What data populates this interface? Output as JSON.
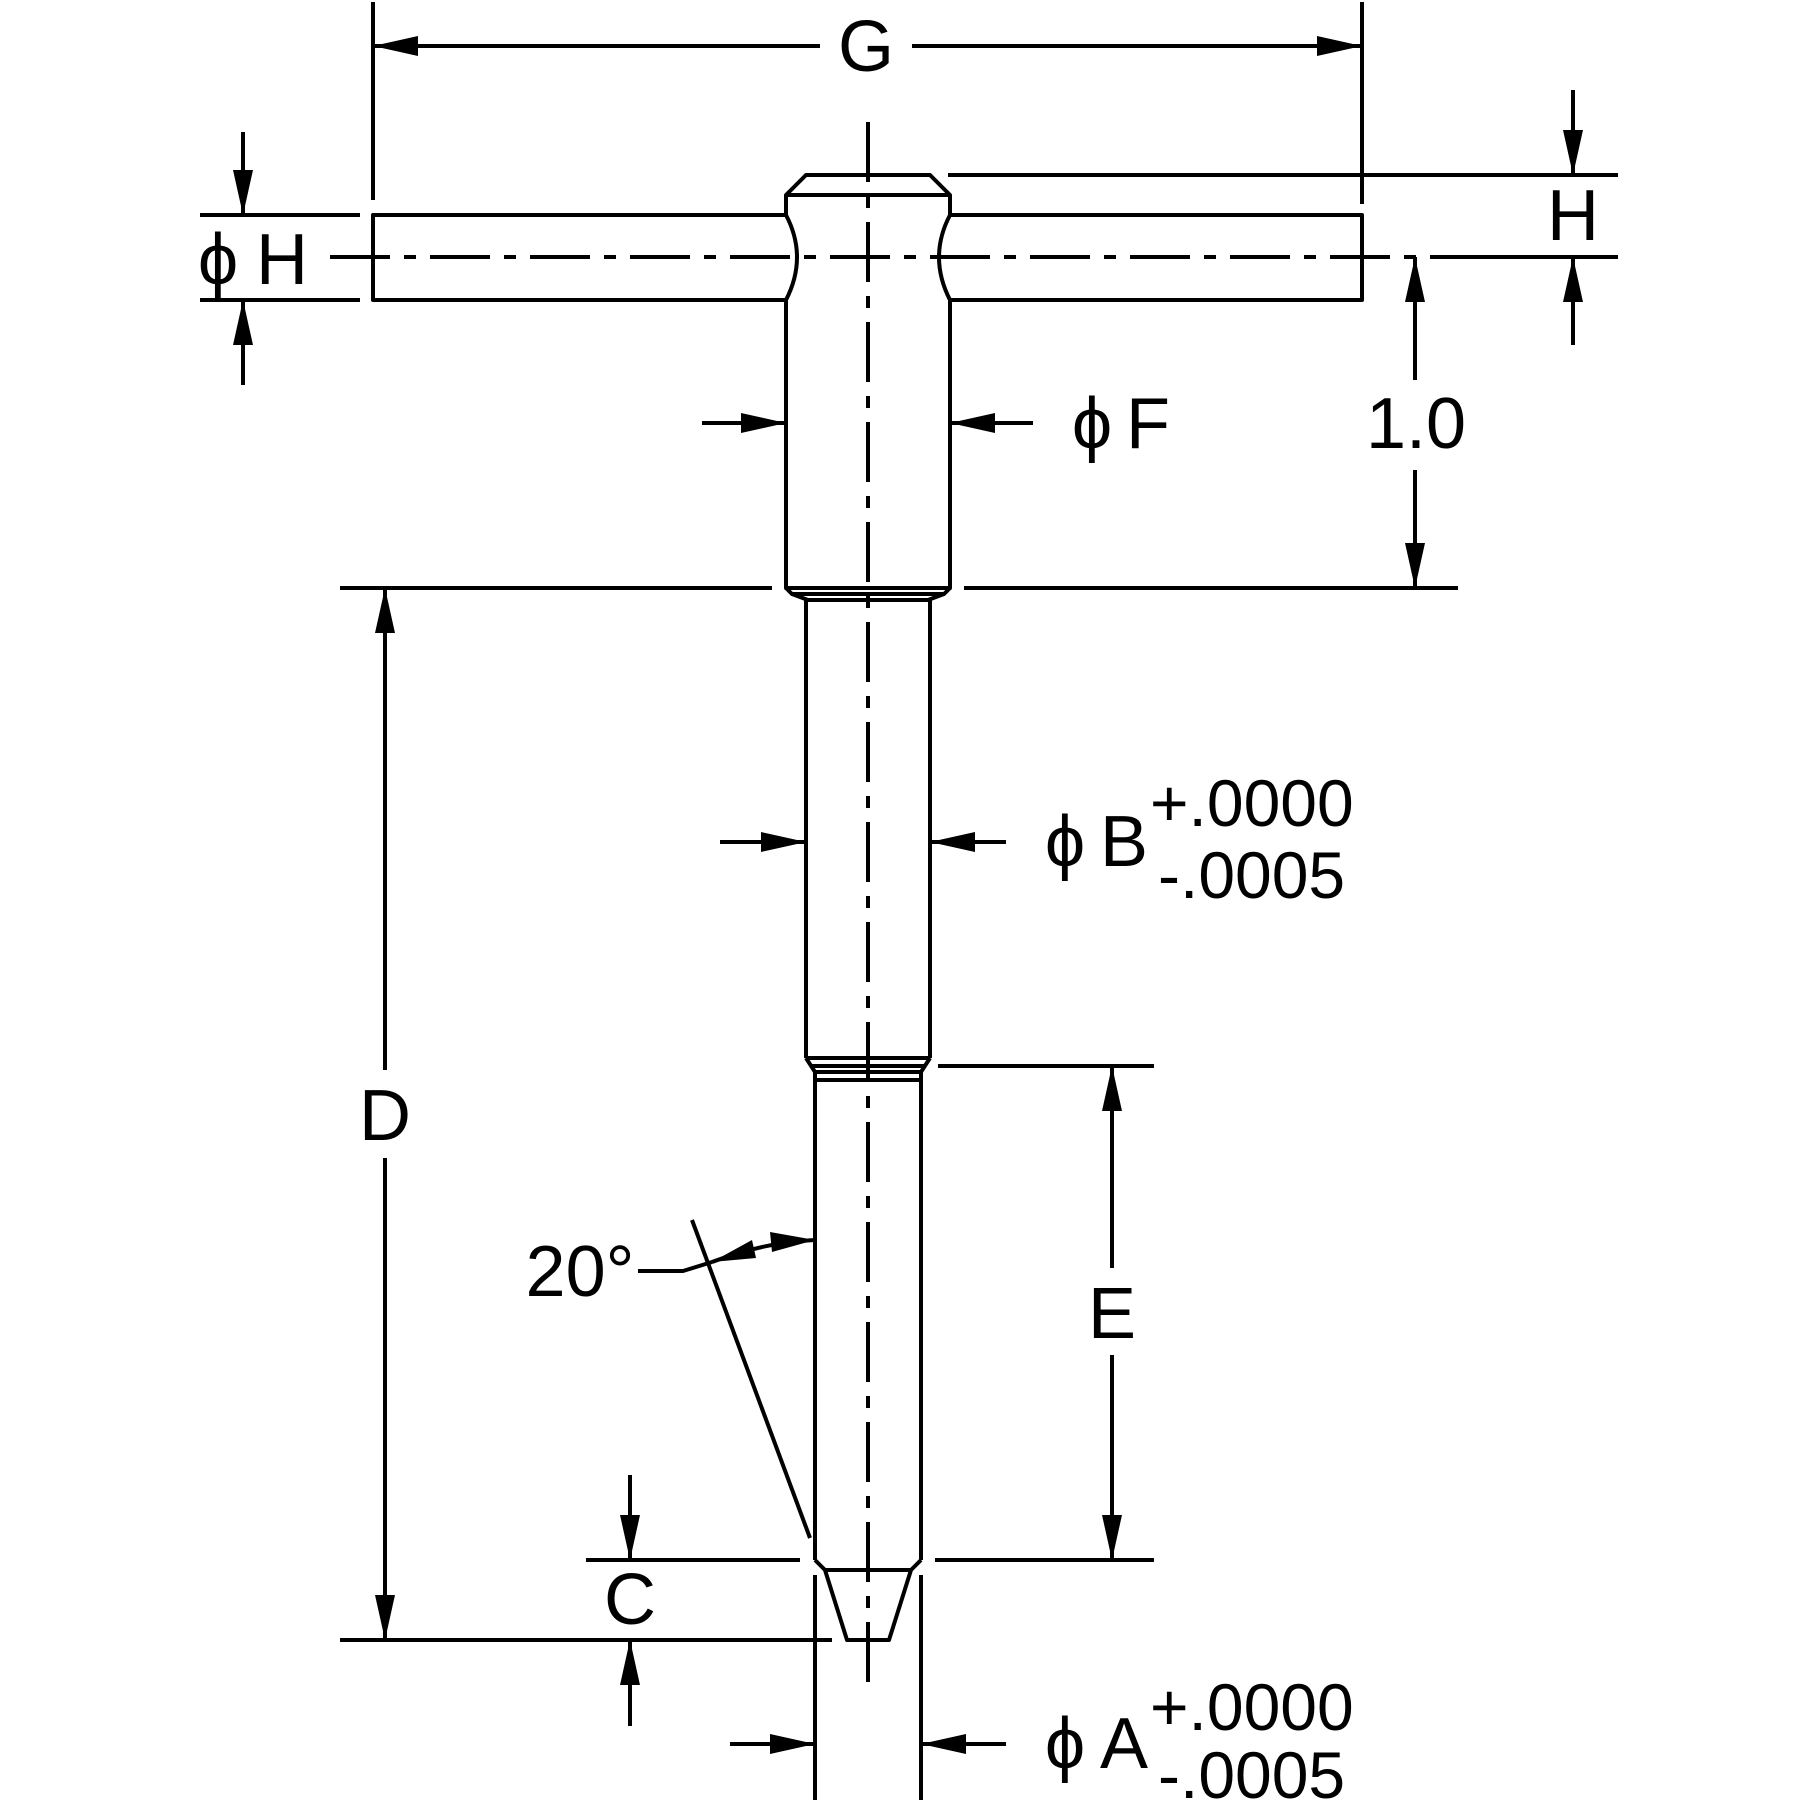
{
  "dimensions": {
    "g": "G",
    "h_dia": "H",
    "h_thk": "H",
    "f_dia": "F",
    "one": "1.0",
    "b_dia": "B",
    "d": "D",
    "e": "E",
    "angle": "20°",
    "c": "C",
    "a_dia": "A"
  },
  "diameter_symbol": "ϕ",
  "tolerance": {
    "b_plus": "+.0000",
    "b_minus": "-.0005",
    "a_plus": "+.0000",
    "a_minus": "-.0005"
  }
}
